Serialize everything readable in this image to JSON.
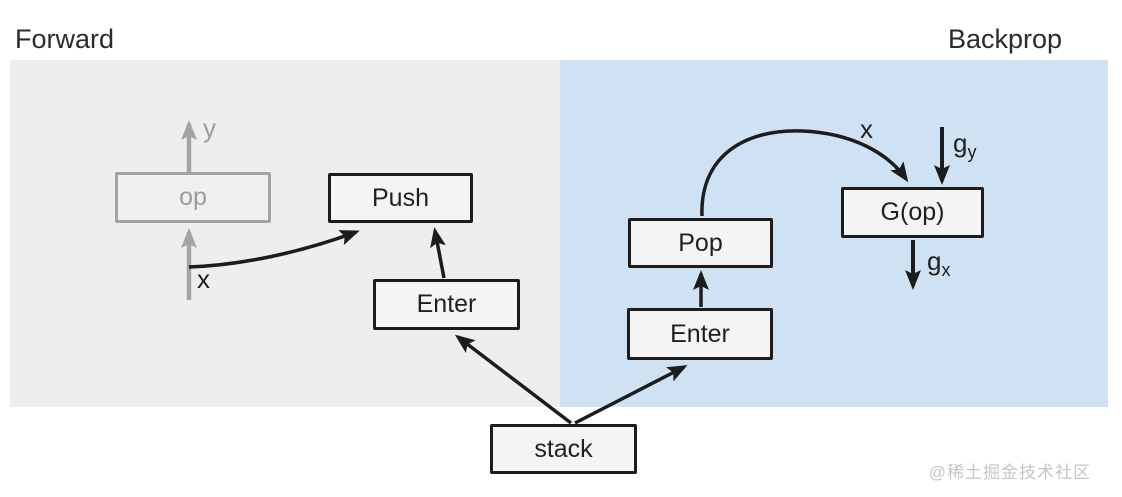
{
  "header": {
    "forward_label": "Forward",
    "backprop_label": "Backprop"
  },
  "diagram": {
    "nodes": {
      "op": {
        "label": "op",
        "style": "ghost",
        "panel": "forward"
      },
      "push": {
        "label": "Push",
        "panel": "forward"
      },
      "enter_forward": {
        "label": "Enter",
        "panel": "forward"
      },
      "pop": {
        "label": "Pop",
        "panel": "backprop"
      },
      "enter_backprop": {
        "label": "Enter",
        "panel": "backprop"
      },
      "gop": {
        "label": "G(op)",
        "panel": "backprop"
      },
      "stack": {
        "label": "stack",
        "panel": "none"
      }
    },
    "edge_labels": {
      "y_out": "y",
      "x_in": "x",
      "x_pass": "x",
      "gy": {
        "base": "g",
        "sub": "y"
      },
      "gx": {
        "base": "g",
        "sub": "x"
      }
    },
    "edges": [
      {
        "from": "op",
        "to": "y-output",
        "label": "y",
        "style": "ghost"
      },
      {
        "from": "x-input",
        "to": "op",
        "label": "x",
        "style": "ghost"
      },
      {
        "from": "x-input",
        "to": "push",
        "label": "",
        "style": "curved"
      },
      {
        "from": "enter_forward",
        "to": "push",
        "label": ""
      },
      {
        "from": "stack",
        "to": "enter_forward",
        "label": ""
      },
      {
        "from": "stack",
        "to": "enter_backprop",
        "label": ""
      },
      {
        "from": "enter_backprop",
        "to": "pop",
        "label": ""
      },
      {
        "from": "pop",
        "to": "gop",
        "label": "x",
        "style": "curved"
      },
      {
        "from": "gy-input",
        "to": "gop",
        "label": "g_y"
      },
      {
        "from": "gop",
        "to": "gx-output",
        "label": "g_x"
      }
    ],
    "colors": {
      "forward_panel": "#eeeeee",
      "backprop_panel": "#cfe2f3",
      "node_fill": "#f4f4f4",
      "node_border": "#1c1c1c",
      "arrow": "#1c1c1c",
      "ghost": "#a3a3a3",
      "ghost_text": "#9c9c9c",
      "label_text": "#1f1f1f"
    }
  },
  "watermark": "@稀土掘金技术社区"
}
